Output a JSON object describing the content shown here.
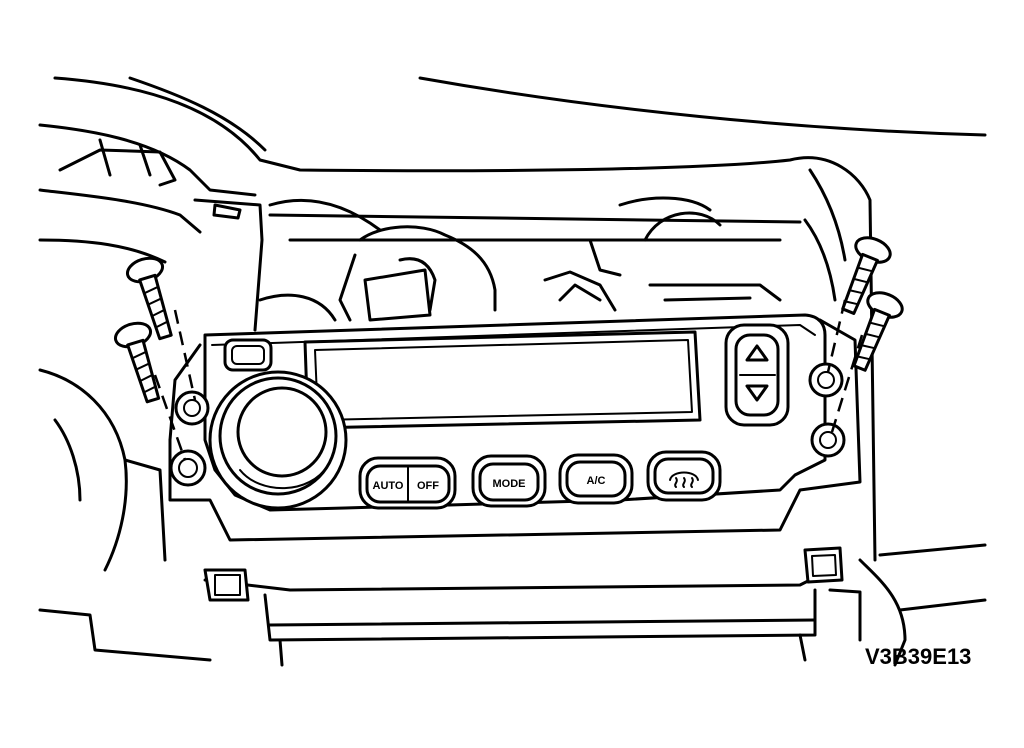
{
  "figure": {
    "code": "V3B39E13"
  },
  "panel": {
    "buttons": {
      "auto": "AUTO",
      "off": "OFF",
      "mode": "MODE",
      "ac": "A/C",
      "defrost_icon": "rear-defrost-icon"
    },
    "knob_icon": "temperature-knob",
    "arrow_up_icon": "triangle-up-icon",
    "arrow_down_icon": "triangle-down-icon"
  },
  "fasteners": {
    "count": 4,
    "icon": "screw-icon"
  }
}
